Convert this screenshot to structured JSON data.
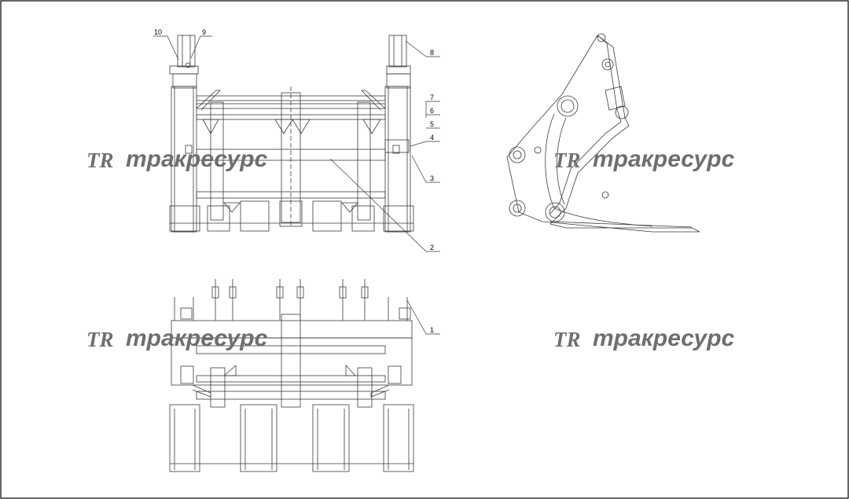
{
  "drawing": {
    "callouts": [
      "10",
      "9",
      "8",
      "7",
      "6",
      "5",
      "4",
      "3",
      "2",
      "1"
    ]
  },
  "watermark": {
    "logo": "TR",
    "text": "тракресурс"
  },
  "colors": {
    "line": "#3a3a3a",
    "watermark": "#6f6f6f",
    "frame": "#000000"
  }
}
